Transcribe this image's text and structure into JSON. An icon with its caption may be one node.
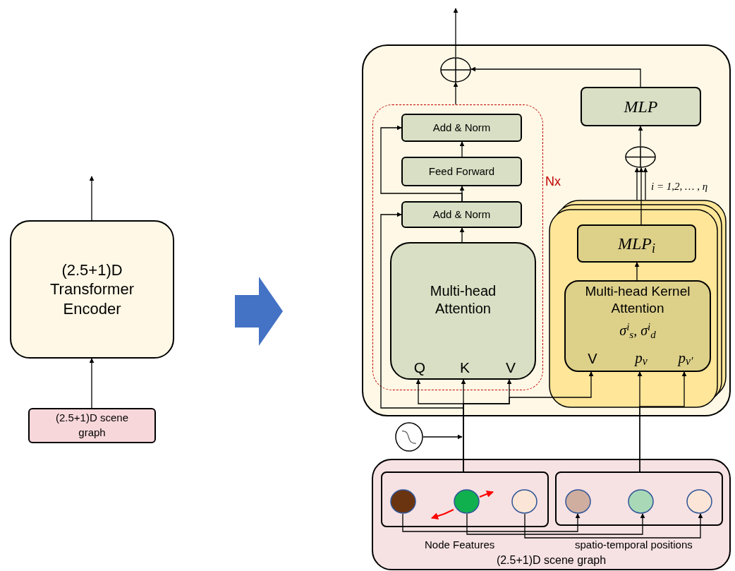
{
  "diagram": {
    "nodes": [
      {
        "text": [
          "(2.5+1)D Transformer Encoder"
        ]
      },
      {
        "text": [
          "(2.5+1)D scene graph"
        ]
      },
      {
        "text": [],
        "shape": "box"
      },
      {
        "text": [
          "Nx"
        ],
        "in": 2
      },
      {
        "text": [
          "Add & Norm"
        ],
        "in": 3
      },
      {
        "text": [
          "Feed Forward"
        ],
        "in": 3
      },
      {
        "text": [
          "Add & Norm"
        ],
        "in": 3
      },
      {
        "text": [
          "Multi-head Attention",
          "Q",
          "K",
          "V"
        ],
        "in": 3
      },
      {
        "text": [],
        "shape": "circle",
        "in": 2
      },
      {
        "text": [
          "MLP"
        ],
        "in": 2
      },
      {
        "text": [],
        "shape": "circle",
        "in": 2
      },
      {
        "text": [],
        "shape": "box",
        "in": 2
      },
      {
        "text": [
          "MLP$_{i}$"
        ],
        "in": 11
      },
      {
        "text": [
          "Multi-head Kernel Attention",
          "σ$^{i}$$_{s}$, σ$^{i}$$_{d}$",
          "V",
          "p$_{v}$",
          "p$_{v′}$"
        ],
        "in": 11
      },
      {
        "text": [],
        "shape": "circle"
      },
      {
        "text": [
          "(2.5+1)D scene graph"
        ]
      },
      {
        "text": [
          "Node Features"
        ],
        "in": 15
      },
      {
        "text": [
          "spatio-temporal positions"
        ],
        "in": 15
      },
      {
        "text": [],
        "shape": "circle",
        "in": 16
      },
      {
        "text": [],
        "shape": "circle",
        "in": 16
      },
      {
        "text": [],
        "shape": "circle",
        "in": 16
      },
      {
        "text": [],
        "shape": "circle",
        "in": 17
      },
      {
        "text": [],
        "shape": "circle",
        "in": 17
      },
      {
        "text": [],
        "shape": "circle",
        "in": 17
      }
    ],
    "edges": [
      {
        "from": 1,
        "to": 0,
        "arrow": "to"
      },
      {
        "from": 0,
        "to": null,
        "arrow": "to"
      },
      {
        "from": 8,
        "to": null,
        "arrow": "to"
      },
      {
        "from": 3,
        "to": 8,
        "arrow": "to"
      },
      {
        "from": 9,
        "to": 8,
        "arrow": "to"
      },
      {
        "from": 10,
        "to": 9,
        "arrow": "to"
      },
      {
        "from": 11,
        "to": 10,
        "arrow": "to"
      },
      {
        "from": 12,
        "to": 10,
        "arrow": "to"
      },
      {
        "from": 11,
        "to": 10,
        "arrow": "to"
      },
      {
        "from": 13,
        "to": 12,
        "arrow": "to"
      },
      {
        "from": 6,
        "to": 5,
        "arrow": "to"
      },
      {
        "from": 5,
        "to": 4,
        "arrow": "to"
      },
      {
        "from": 7,
        "to": 6,
        "arrow": "to"
      },
      {
        "from": 6,
        "to": 4,
        "arrow": "to"
      },
      {
        "from": 16,
        "to": 7,
        "arrow": "to"
      },
      {
        "from": 16,
        "to": 7,
        "arrow": "to"
      },
      {
        "from": 16,
        "to": 7,
        "arrow": "to"
      },
      {
        "from": 16,
        "to": 6,
        "arrow": "to"
      },
      {
        "from": 16,
        "to": 13,
        "arrow": "to"
      },
      {
        "from": 17,
        "to": 13,
        "arrow": "to"
      },
      {
        "from": 17,
        "to": 13,
        "arrow": "to"
      },
      {
        "from": 18,
        "to": 21,
        "arrow": "to"
      },
      {
        "from": 19,
        "to": 22,
        "arrow": "to"
      },
      {
        "from": 20,
        "to": 23,
        "arrow": "to"
      },
      {
        "from": 14,
        "to": null,
        "arrow": "to"
      },
      {
        "from": 19,
        "to": null,
        "arrow": "to",
        "color": "#ff0000"
      },
      {
        "from": 19,
        "to": null,
        "arrow": "to",
        "color": "#ff0000"
      }
    ],
    "labels": [
      "i = 1,2, … , η"
    ]
  }
}
